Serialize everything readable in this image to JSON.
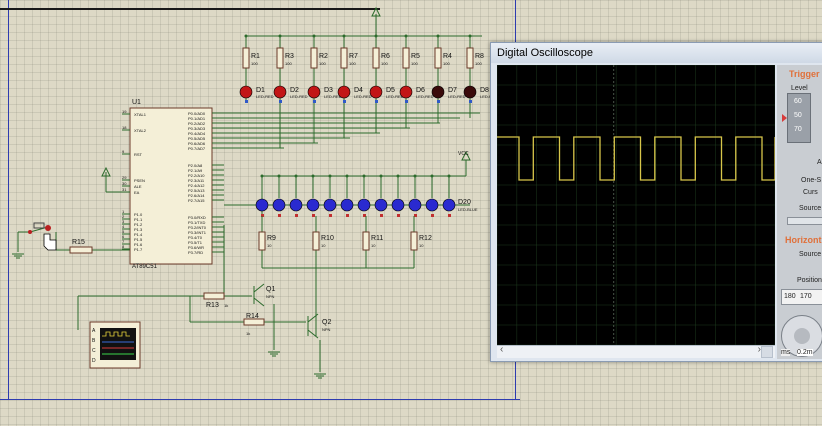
{
  "schematic": {
    "mcu": {
      "ref": "U1",
      "part": "AT89C51"
    },
    "resistors_top": [
      "R1",
      "R3",
      "R2",
      "R7",
      "R6",
      "R5",
      "R4",
      "R8"
    ],
    "resistor_value": "100",
    "leds_red": [
      "D1",
      "D2",
      "D3",
      "D4",
      "D5",
      "D6",
      "D7",
      "D8"
    ],
    "led_red_type": "LED-RED",
    "led_blue_label": "D20",
    "led_blue_type": "LED-BLUE",
    "resistors_mid": [
      "R9",
      "R10",
      "R11",
      "R12"
    ],
    "resistor_mid_value": "10",
    "r15": "R15",
    "r13": "R13",
    "r13_value": "1k",
    "r14": "R14",
    "r14_value": "1k",
    "q1": "Q1",
    "q2": "Q2",
    "transistor_type": "NPN",
    "vcc_label": "VCC",
    "scope_channels": [
      "A",
      "B",
      "C",
      "D"
    ],
    "mcu_left_pins": [
      {
        "num": "19",
        "name": "XTAL1"
      },
      {
        "num": "18",
        "name": "XTAL2"
      },
      {
        "num": "9",
        "name": "RST"
      },
      {
        "num": "29",
        "name": "PSEN"
      },
      {
        "num": "30",
        "name": "ALE"
      },
      {
        "num": "31",
        "name": "EA"
      },
      {
        "num": "1",
        "name": "P1.0"
      },
      {
        "num": "2",
        "name": "P1.1"
      },
      {
        "num": "3",
        "name": "P1.2"
      },
      {
        "num": "4",
        "name": "P1.3"
      },
      {
        "num": "5",
        "name": "P1.4"
      },
      {
        "num": "6",
        "name": "P1.5"
      },
      {
        "num": "7",
        "name": "P1.6"
      },
      {
        "num": "8",
        "name": "P1.7"
      }
    ],
    "mcu_right_pins": [
      "P0.0/AD0",
      "P0.1/AD1",
      "P0.2/AD2",
      "P0.3/AD3",
      "P0.4/AD4",
      "P0.5/AD5",
      "P0.6/AD6",
      "P0.7/AD7",
      "P2.0/A8",
      "P2.1/A9",
      "P2.2/A10",
      "P2.3/A11",
      "P2.4/A12",
      "P2.5/A13",
      "P2.6/A14",
      "P2.7/A15",
      "P3.0/RXD",
      "P3.1/TXD",
      "P3.2/INT0",
      "P3.3/INT1",
      "P3.4/T0",
      "P3.5/T1",
      "P3.6/WR",
      "P3.7/RD"
    ]
  },
  "oscilloscope": {
    "title": "Digital Oscilloscope",
    "trace_color": "#d8c64a",
    "panel": {
      "trigger_header": "Trigger",
      "level_label": "Level",
      "level_ticks": [
        "60",
        "50",
        "70"
      ],
      "a_label": "A",
      "one_shot": "One-S",
      "cursor": "Curs",
      "source_label": "Source",
      "horizontal_header": "Horizont",
      "source2_label": "Source",
      "position_label": "Position",
      "position_values": [
        "180",
        "170"
      ],
      "time_unit_ms": "ms",
      "time_value": "0.2m"
    }
  }
}
